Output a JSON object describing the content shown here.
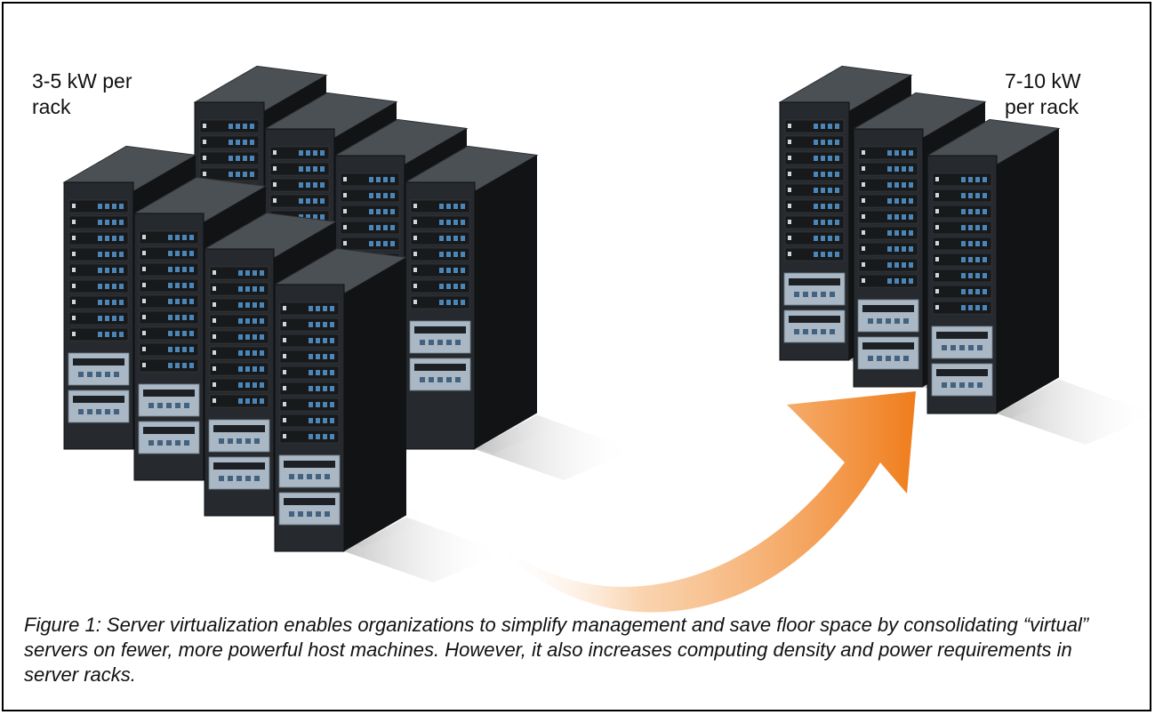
{
  "labels": {
    "before_line1": "3-5 kW per",
    "before_line2": "rack",
    "after_line1": "7-10 kW",
    "after_line2": "per rack"
  },
  "caption": "Figure 1: Server virtualization enables organizations to simplify management and save floor space by consolidating “virtual” servers on fewer, more powerful host machines. However, it also increases computing density and power requirements in server racks.",
  "colors": {
    "rack_front": "#262a2e",
    "rack_top": "#4b5055",
    "rack_side": "#111315",
    "arrow": "#f08a2a",
    "led": "#4c86b8"
  },
  "icons": [
    "server-rack-icon",
    "curved-arrow-icon"
  ]
}
